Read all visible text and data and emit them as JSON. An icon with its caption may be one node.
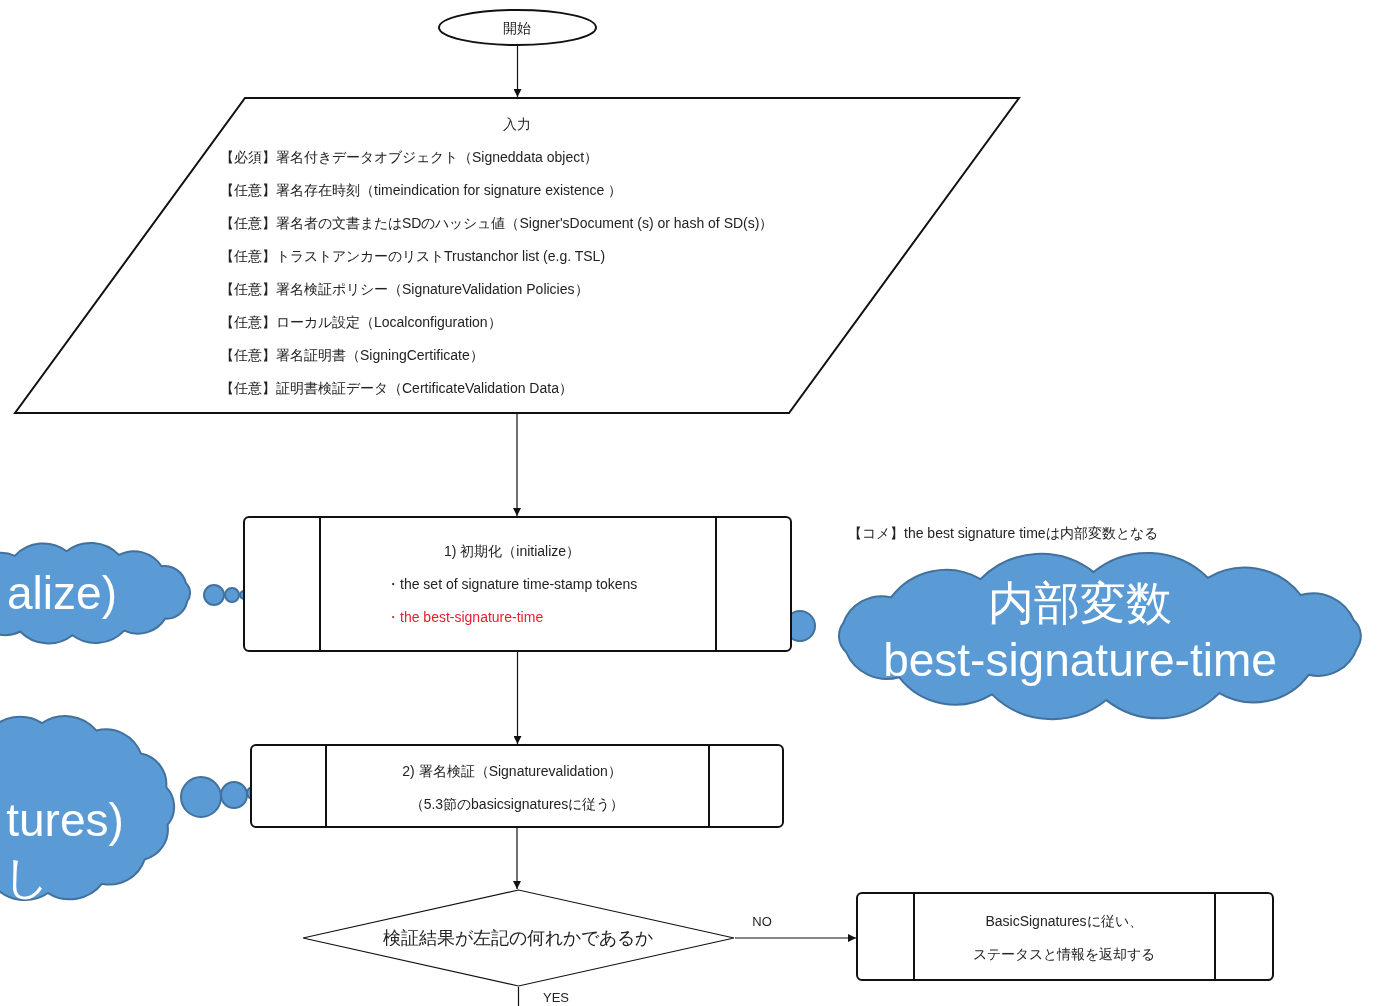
{
  "diagram": {
    "nodes": [
      {
        "text": [
          "開始"
        ]
      },
      {
        "text": [
          "入力",
          "【必須】署名付きデータオブジェクト（Signeddata object）",
          "【任意】署名存在時刻（timeindication for signature existence ）",
          "【任意】署名者の文書またはSDのハッシュ値（Signer'sDocument (s) or hash of SD(s)）",
          "【任意】トラストアンカーのリストTrustanchor list (e.g. TSL)",
          "【任意】署名検証ポリシー（SignatureValidation Policies）",
          "【任意】ローカル設定（Localconfiguration）",
          "【任意】署名証明書（SigningCertificate）",
          "【任意】証明書検証データ（CertificateValidation Data）"
        ]
      },
      {
        "text": [
          "alize)"
        ]
      },
      {
        "text": [
          "1) 初期化（initialize）",
          "・the set of signature time-stamp tokens",
          "・the best-signature-time"
        ]
      },
      {
        "text": [
          "内部変数",
          "best-signature-time"
        ]
      },
      {
        "text": [
          "tures)",
          "し"
        ]
      },
      {
        "text": [
          "2) 署名検証（Signaturevalidation）",
          "（5.3節のbasicsignaturesに従う）"
        ]
      },
      {
        "text": [
          "検証結果が左記の何れかであるか"
        ]
      },
      {
        "text": [
          "BasicSignaturesに従い、",
          "ステータスと情報を返却する"
        ]
      }
    ],
    "edges": [
      {
        "from": 0,
        "to": 1,
        "arrow": "to"
      },
      {
        "from": 1,
        "to": 3,
        "arrow": "to"
      },
      {
        "from": 3,
        "to": 6,
        "arrow": "to"
      },
      {
        "from": 6,
        "to": 7,
        "arrow": "to"
      },
      {
        "from": 7,
        "to": 8,
        "arrow": "to",
        "label": "NO"
      },
      {
        "from": 7,
        "to": null,
        "arrow": "none",
        "label": "YES"
      }
    ],
    "labels": [
      "【コメ】the best signature timeは内部変数となる"
    ]
  }
}
